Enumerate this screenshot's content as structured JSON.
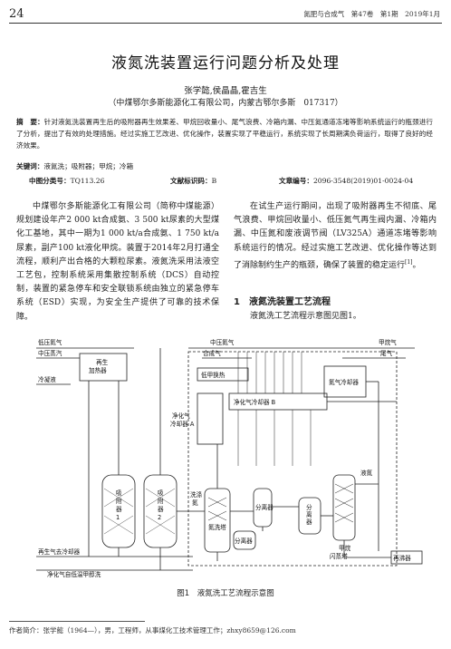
{
  "header": {
    "page_number": "24",
    "journal": "氮肥与合成气　第47卷　第1期　2019年1月"
  },
  "article": {
    "title": "液氮洗装置运行问题分析及处理",
    "authors": "张学懿,侯晶晶,霍吉生",
    "affiliation": "（中煤鄂尔多斯能源化工有限公司，内蒙古鄂尔多斯　017317）",
    "abstract_label": "摘　要：",
    "abstract_text": "针对液氮洗装置再生后的吸附器再生效果差、甲烷回收量小、尾气浪费、冷箱内漏、中压氮通道冻堵等影响系统运行的瓶颈进行了分析，提出了有效的处理措施。经过实施工艺改进、优化操作，装置实现了平稳运行，系统实现了长周期满负荷运行，取得了良好的经济效果。",
    "keywords_label": "关键词：",
    "keywords": "液氮洗；吸附器；甲烷；冷箱",
    "clc_label": "中图分类号：",
    "clc": "TQ113.26",
    "doc_code_label": "文献标识码：",
    "doc_code": "B",
    "article_no_label": "文章编号：",
    "article_no": "2096-3548(2019)01-0024-04"
  },
  "body": {
    "left_para": "中煤鄂尔多斯能源化工有限公司（简称中煤能源）规划建设年产2 000 kt合成氨、3 500 kt尿素的大型煤化工基地，其中一期为1 000 kt/a合成氨、1 750 kt/a尿素，副产100 kt液化甲烷。装置于2014年2月打通全流程，顺利产出合格的大颗粒尿素。液氮洗采用法液空工艺包，控制系统采用集散控制系统（DCS）自动控制，装置的紧急停车和安全联锁系统由独立的紧急停车系统（ESD）实现，为安全生产提供了可靠的技术保障。",
    "right_para": "在试生产运行期间，出现了吸附器再生不彻底、尾气浪费、甲烷回收量小、低压氮气再生阀内漏、冷箱内漏、中压氮和废液调节阀（LV325A）通道冻堵等影响系统运行的情况。经过实施工艺改进、优化操作等达到了消除制约生产的瓶颈，确保了装置的稳定运行",
    "right_para_ref": "[1]",
    "right_para_end": "。",
    "section_number": "1",
    "section_title": "液氮洗装置工艺流程",
    "section_para": "液氮洗工艺流程示意图见图1。"
  },
  "figure": {
    "caption": "图1　液氮洗工艺流程示意图",
    "labels": {
      "low_n2": "低压氮气",
      "mp_steam": "中压蒸汽",
      "mp_n2": "中压氮气",
      "syngas": "合成气",
      "methane_gas": "甲烷气",
      "tail_gas": "尾气",
      "regen_heater": "再生\n加热器",
      "n2_cooler": "氮气冷却器",
      "cooling_water": "冷凝液",
      "lp_heater": "低甲换热",
      "cooler_a": "净化气\n冷却器 A",
      "cooler_b": "净化气冷却器 B",
      "adsorber1": "吸\n附\n器\n1",
      "adsorber2": "吸\n附\n器\n2",
      "wash_tower": "洗涤\n氮",
      "n2_wash_column": "氮洗塔",
      "separator1": "分离器",
      "separator2": "分离器",
      "separator3": "分\n离\n器",
      "liquid_n2": "液氮",
      "methane_flash": "甲烷\n闪蒸塔",
      "reboiler": "再沸器",
      "regen_cooler": "再生气去冷却器",
      "purified_lp": "净化气自低温甲醇洗"
    }
  },
  "footnote": "作者简介：张学懿（1964—），男，工程师，从事煤化工技术管理工作；zhxy8659@126.com"
}
